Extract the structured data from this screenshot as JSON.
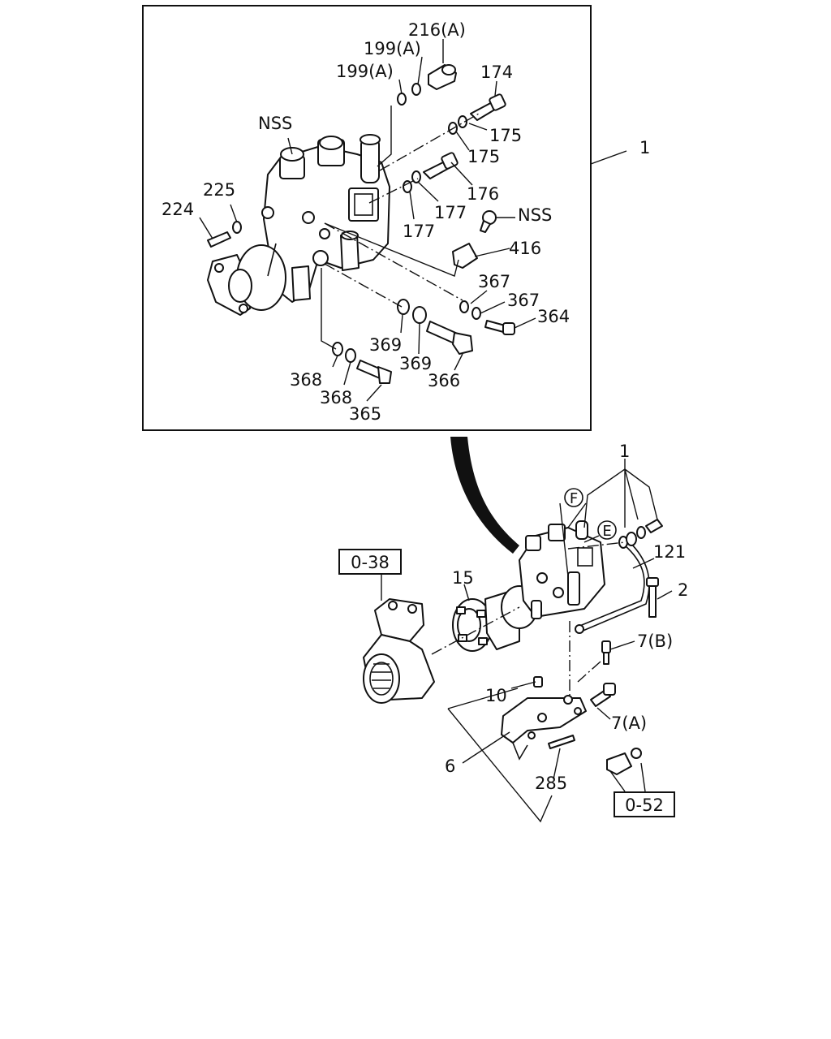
{
  "detail_labels": {
    "l216a": "216(A)",
    "l199a_1": "199(A)",
    "l199a_2": "199(A)",
    "l174": "174",
    "l175_1": "175",
    "l175_2": "175",
    "lnss_1": "NSS",
    "l225": "225",
    "l224": "224",
    "l176": "176",
    "l177_1": "177",
    "l177_2": "177",
    "lnss_2": "NSS",
    "l416": "416",
    "l367_1": "367",
    "l367_2": "367",
    "l364": "364",
    "l369_1": "369",
    "l369_2": "369",
    "l366": "366",
    "l368_1": "368",
    "l368_2": "368",
    "l365": "365",
    "l1_callout": "1"
  },
  "assembly_labels": {
    "l1": "1",
    "l121": "121",
    "l2": "2",
    "l15": "15",
    "l7b": "7(B)",
    "l10": "10",
    "l7a": "7(A)",
    "l6": "6",
    "l285": "285",
    "ref_038": "0-38",
    "ref_052": "0-52",
    "circle_f": "F",
    "circle_e": "E"
  },
  "icons": {
    "transition_arrow": "curved-arrow-icon"
  },
  "colors": {
    "line": "#111111",
    "background": "#ffffff"
  }
}
